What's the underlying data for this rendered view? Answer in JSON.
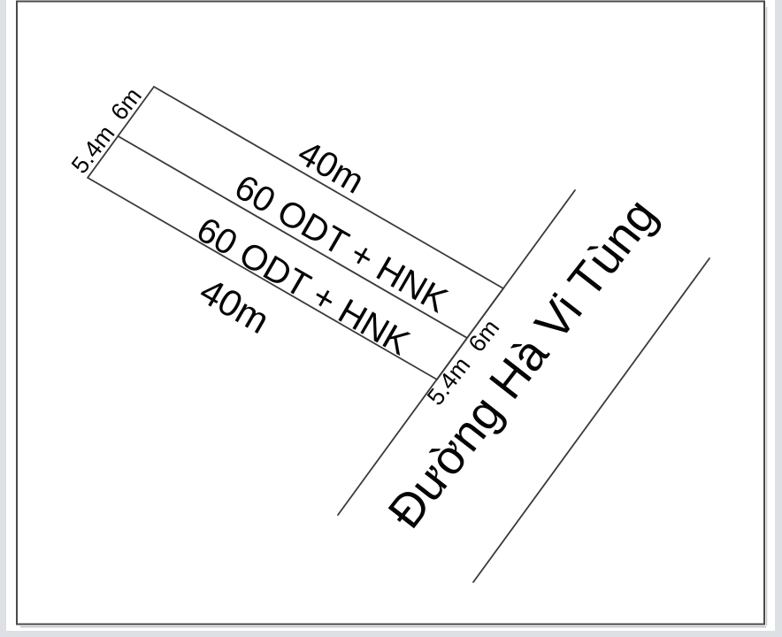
{
  "document_type": "land-plot-survey-sketch",
  "colors": {
    "page_background": "#ffffff",
    "page_edge": "#dde0e4",
    "frame_line": "#4a4a4d",
    "drawing_line": "#3b3b3d",
    "text": "#050505"
  },
  "plots": [
    {
      "zone_label": "60 ODT + HNK",
      "length_label": "40m",
      "width_label_left": "6m",
      "width_label_right": "6m"
    },
    {
      "zone_label": "60 ODT + HNK",
      "length_label": "40m",
      "width_label_left": "5.4m",
      "width_label_right": "5.4m"
    }
  ],
  "road": {
    "name": "Đường Hà Vi Tùng"
  }
}
